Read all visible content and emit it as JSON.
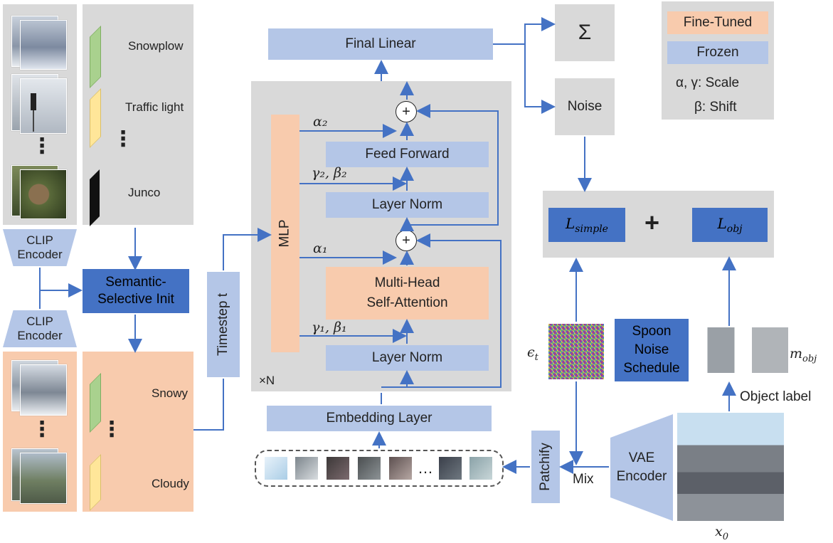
{
  "legend": {
    "fine_tuned": "Fine-Tuned",
    "frozen": "Frozen",
    "scale": "α, γ:  Scale",
    "shift": "β:  Shift"
  },
  "blocks": {
    "final_linear": "Final Linear",
    "sum_symbol": "Σ",
    "noise": "Noise",
    "feed_forward": "Feed Forward",
    "layer_norm_top": "Layer Norm",
    "layer_norm_bottom": "Layer Norm",
    "mha_line1": "Multi-Head",
    "mha_line2": "Self-Attention",
    "mlp": "MLP",
    "repeat": "×N",
    "embedding": "Embedding Layer",
    "timestep": "Timestep t",
    "patchify": "Patchify",
    "vae_line1": "VAE",
    "vae_line2": "Encoder",
    "mix": "Mix",
    "spoon_line1": "Spoon",
    "spoon_line2": "Noise",
    "spoon_line3": "Schedule",
    "object_label": "Object label",
    "plus": "+",
    "ellipsis_tokens": "…"
  },
  "math": {
    "alpha2": "α₂",
    "gamma2_beta2": "γ₂, β₂",
    "alpha1": "α₁",
    "gamma1_beta1": "γ₁, β₁",
    "l_simple": "L",
    "l_simple_sub": "simple",
    "l_obj": "L",
    "l_obj_sub": "obj",
    "loss_plus": "+",
    "eps": "ϵ",
    "eps_sub": "t",
    "m_obj": "m",
    "m_obj_sub": "obj",
    "x0": "x",
    "x0_sub": "0"
  },
  "left": {
    "clip_top_line1": "CLIP",
    "clip_top_line2": "Encoder",
    "clip_bottom_line1": "CLIP",
    "clip_bottom_line2": "Encoder",
    "semantic_line1": "Semantic-",
    "semantic_line2": "Selective Init",
    "token_snowplow": "Snowplow",
    "token_traffic": "Traffic light",
    "token_junco": "Junco",
    "token_snowy": "Snowy",
    "token_cloudy": "Cloudy",
    "vdots": "⋮"
  },
  "colors": {
    "frozen": "#b4c6e7",
    "fine_tuned": "#f8cbad",
    "gray_panel": "#d9d9d9",
    "dark_blue": "#4472c4",
    "arrow": "#4472c4"
  }
}
